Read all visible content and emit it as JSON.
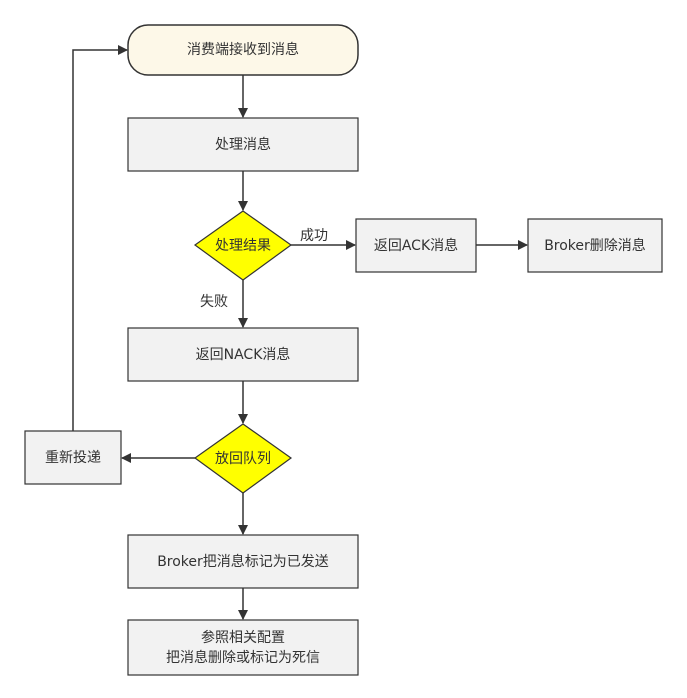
{
  "nodes": {
    "start": "消费端接收到消息",
    "process": "处理消息",
    "result": "处理结果",
    "return_ack": "返回ACK消息",
    "broker_delete": "Broker删除消息",
    "return_nack": "返回NACK消息",
    "requeue": "放回队列",
    "redeliver": "重新投递",
    "mark_sent": "Broker把消息标记为已发送",
    "final_line1": "参照相关配置",
    "final_line2": "把消息删除或标记为死信"
  },
  "edges": {
    "success": "成功",
    "failure": "失败"
  },
  "colors": {
    "start_fill": "#FDF8E8",
    "box_fill": "#F2F2F2",
    "diamond_fill": "#FFFF00",
    "stroke": "#333333"
  }
}
